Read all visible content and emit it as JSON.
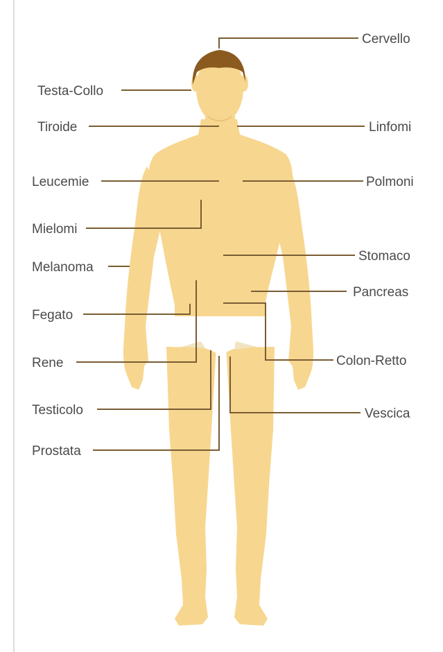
{
  "colors": {
    "skin": "#f7d68f",
    "hair": "#8a5a1f",
    "underwear": "#ffffff",
    "leader": "#7a5c33",
    "label": "#4a4a4a"
  },
  "labels": {
    "cervello": "Cervello",
    "testa_collo": "Testa-Collo",
    "tiroide": "Tiroide",
    "linfomi": "Linfomi",
    "leucemie": "Leucemie",
    "polmoni": "Polmoni",
    "mielomi": "Mielomi",
    "stomaco": "Stomaco",
    "melanoma": "Melanoma",
    "pancreas": "Pancreas",
    "fegato": "Fegato",
    "rene": "Rene",
    "colon_retto": "Colon-Retto",
    "testicolo": "Testicolo",
    "vescica": "Vescica",
    "prostata": "Prostata"
  }
}
